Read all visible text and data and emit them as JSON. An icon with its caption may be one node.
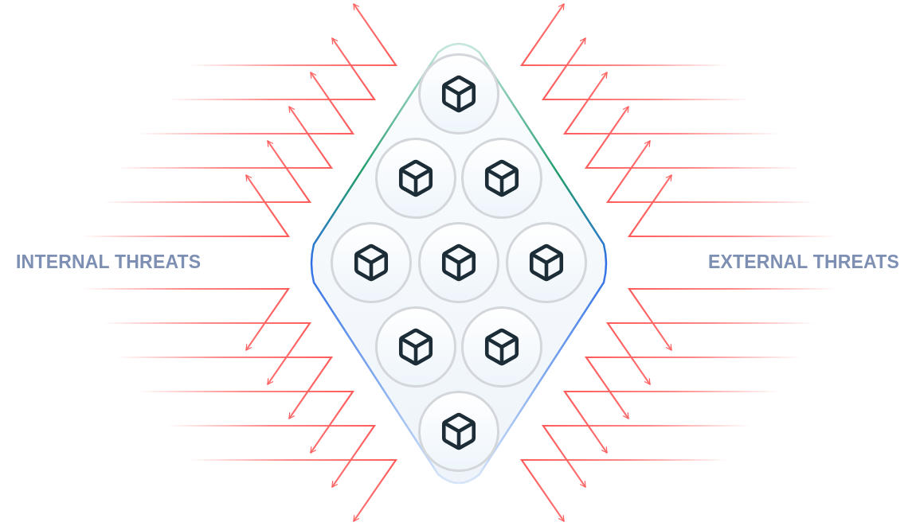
{
  "diagram": {
    "nodes": [
      {
        "text": [],
        "shape": "diamond"
      },
      {
        "text": [],
        "shape": "circle",
        "in": 0
      },
      {
        "text": [],
        "shape": "circle",
        "in": 0
      },
      {
        "text": [],
        "shape": "circle",
        "in": 0
      },
      {
        "text": [],
        "shape": "circle",
        "in": 0
      },
      {
        "text": [],
        "shape": "circle",
        "in": 0
      },
      {
        "text": [],
        "shape": "circle",
        "in": 0
      },
      {
        "text": [],
        "shape": "circle",
        "in": 0
      },
      {
        "text": [],
        "shape": "circle",
        "in": 0
      },
      {
        "text": [],
        "shape": "circle",
        "in": 0
      }
    ],
    "labels": [
      "INTERNAL THREATS",
      "EXTERNAL THREATS"
    ]
  }
}
